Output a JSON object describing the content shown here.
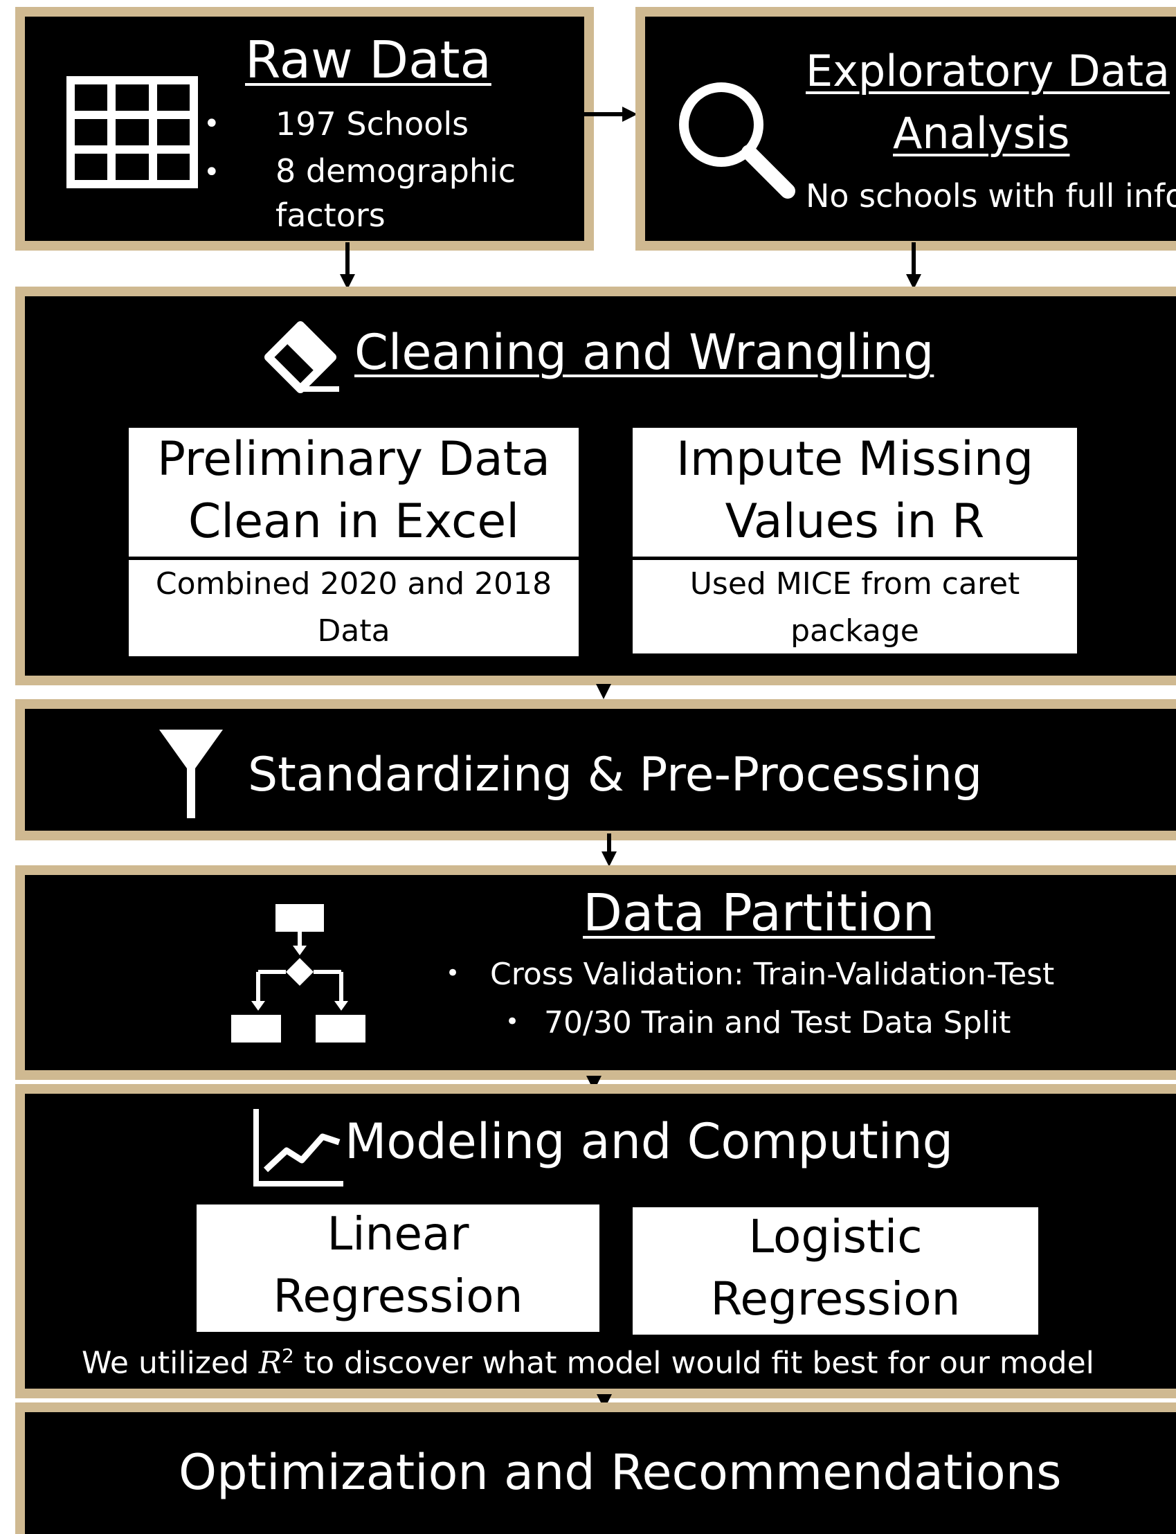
{
  "raw_data": {
    "title": "Raw Data",
    "bullets": [
      "197 Schools",
      "8 demographic",
      "factors"
    ],
    "icon": "table-icon"
  },
  "eda": {
    "title_line1": "Exploratory Data",
    "title_line2": "Analysis",
    "note": "No schools with full info",
    "icon": "magnifier-icon"
  },
  "cleaning": {
    "title": "Cleaning and Wrangling",
    "icon": "eraser-icon",
    "boxes": [
      {
        "head_line1": "Preliminary Data",
        "head_line2": "Clean in Excel",
        "sub_line1": "Combined 2020 and 2018",
        "sub_line2": "Data"
      },
      {
        "head_line1": "Impute Missing",
        "head_line2": "Values in R",
        "sub_line1": "Used MICE from caret",
        "sub_line2": "package"
      }
    ]
  },
  "standardizing": {
    "title": "Standardizing & Pre-Processing",
    "icon": "funnel-icon"
  },
  "partition": {
    "title": "Data Partition",
    "icon": "flowchart-icon",
    "bullets": [
      "Cross Validation: Train-Validation-Test",
      "70/30  Train and Test Data Split"
    ]
  },
  "modeling": {
    "title": "Modeling and Computing",
    "icon": "line-chart-icon",
    "boxes": [
      {
        "line1": "Linear",
        "line2": "Regression"
      },
      {
        "line1": "Logistic",
        "line2": "Regression"
      }
    ],
    "note_before": "We utilized ",
    "note_symbol": "R",
    "note_sup": "2",
    "note_after": " to discover what model would fit best for our model"
  },
  "optimization": {
    "title": "Optimization and Recommendations"
  },
  "colors": {
    "panel_fill": "#000000",
    "panel_border": "#cfb991",
    "text": "#ffffff"
  }
}
